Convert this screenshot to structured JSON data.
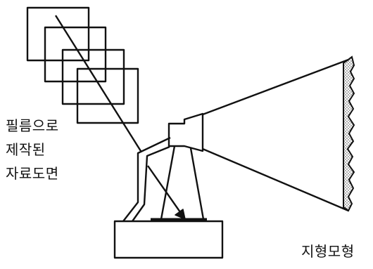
{
  "labels": {
    "film_line1": "필름으로",
    "film_line2": "제작된",
    "film_line3": "자료도면",
    "terrain_model": "지형모형"
  },
  "colors": {
    "ink": "#111111",
    "background": "#ffffff",
    "stipple": "#333333"
  }
}
